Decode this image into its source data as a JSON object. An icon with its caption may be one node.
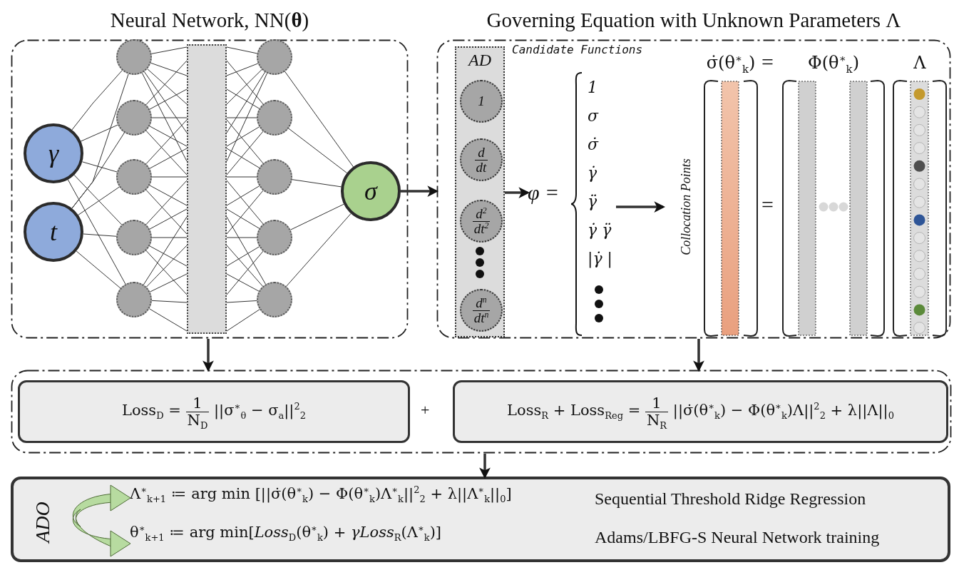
{
  "diagram": {
    "nodes": [
      {
        "text": [
          "Neural Network, NN(**θ**)"
        ]
      },
      {
        "text": [
          "γ"
        ],
        "in": 0
      },
      {
        "text": [
          "t"
        ],
        "in": 0
      },
      {
        "text": [],
        "shape": "circle",
        "in": 0
      },
      {
        "text": [],
        "shape": "circle",
        "in": 0
      },
      {
        "text": [],
        "shape": "circle",
        "in": 0
      },
      {
        "text": [],
        "shape": "circle",
        "in": 0
      },
      {
        "text": [],
        "shape": "circle",
        "in": 0
      },
      {
        "text": [],
        "shape": "bar",
        "in": 0
      },
      {
        "text": [],
        "shape": "circle",
        "in": 0
      },
      {
        "text": [],
        "shape": "circle",
        "in": 0
      },
      {
        "text": [],
        "shape": "circle",
        "in": 0
      },
      {
        "text": [],
        "shape": "circle",
        "in": 0
      },
      {
        "text": [],
        "shape": "circle",
        "in": 0
      },
      {
        "text": [
          "σ"
        ],
        "in": 0
      },
      {
        "text": [
          "Governing Equation with Unknown Parameters Λ"
        ]
      },
      {
        "text": [
          "AD"
        ],
        "in": 15
      },
      {
        "text": [
          "1"
        ],
        "in": 16
      },
      {
        "text": [
          "d",
          "dt"
        ],
        "in": 16
      },
      {
        "text": [
          "d$^{2}$",
          "dt$^{2}$"
        ],
        "in": 16
      },
      {
        "text": [
          "d$^{n}$",
          "dt$^{n}$"
        ],
        "in": 16
      },
      {
        "text": [
          "φ ="
        ],
        "in": 15
      },
      {
        "text": [
          "1",
          "σ",
          "σ̇",
          "γ̇",
          "γ̈",
          "γ̇ γ̈",
          "|γ̇ |"
        ],
        "in": 15
      },
      {
        "text": [
          "σ̇(θ$^{∗}$$_{k}$)"
        ],
        "in": 15
      },
      {
        "text": [
          "Φ(θ$^{∗}$$_{k}$)"
        ],
        "in": 15
      },
      {
        "text": [
          "Λ"
        ],
        "in": 15
      },
      {
        "text": [],
        "shape": "box"
      },
      {
        "text": [
          "Loss$_{D}$ =",
          "1",
          "N$_{D}$",
          "||σ$^{∗}$$_{θ}$ − σ$_{a}$||$^{2}$$_{2}$"
        ],
        "in": 26
      },
      {
        "text": [
          "Loss$_{R}$ + Loss$_{Reg}$ =",
          "1",
          "N$_{R}$",
          "||σ̇(θ$^{∗}$$_{k}$) − Φ(θ$^{∗}$$_{k}$)Λ||$^{2}$$_{2}$ + λ||Λ||$_{0}$"
        ],
        "in": 26
      },
      {
        "text": [
          "ADO",
          "Λ$^{∗}$$_{k+1}$ ≔ arg min [||σ̇(θ$^{∗}$$_{k}$) − Φ(θ$^{∗}$$_{k}$)Λ$^{∗}$$_{k}$||$^{2}$$_{2}$ + λ||Λ$^{∗}$$_{k}$||$_{0}$]",
          "Sequential Threshold Ridge Regression",
          "θ$^{∗}$$_{k+1}$ ≔ arg min[*Loss*$_{D}$(θ$^{∗}$$_{k}$) + *γLoss*$_{R}$(Λ$^{∗}$$_{k}$)]",
          "Adams/LBFG-S Neural Network training"
        ]
      }
    ],
    "edges": [
      {
        "from": 1,
        "to": 3,
        "arrow": "none"
      },
      {
        "from": 1,
        "to": 4,
        "arrow": "none"
      },
      {
        "from": 1,
        "to": 5,
        "arrow": "none"
      },
      {
        "from": 1,
        "to": 6,
        "arrow": "none"
      },
      {
        "from": 1,
        "to": 7,
        "arrow": "none"
      },
      {
        "from": 2,
        "to": 3,
        "arrow": "none"
      },
      {
        "from": 2,
        "to": 4,
        "arrow": "none"
      },
      {
        "from": 2,
        "to": 5,
        "arrow": "none"
      },
      {
        "from": 2,
        "to": 6,
        "arrow": "none"
      },
      {
        "from": 2,
        "to": 7,
        "arrow": "none"
      },
      {
        "from": 3,
        "to": 8,
        "arrow": "none"
      },
      {
        "from": 3,
        "to": 8,
        "arrow": "none"
      },
      {
        "from": 3,
        "to": 8,
        "arrow": "none"
      },
      {
        "from": 3,
        "to": 8,
        "arrow": "none"
      },
      {
        "from": 3,
        "to": 8,
        "arrow": "none"
      },
      {
        "from": 4,
        "to": 8,
        "arrow": "none"
      },
      {
        "from": 4,
        "to": 8,
        "arrow": "none"
      },
      {
        "from": 4,
        "to": 8,
        "arrow": "none"
      },
      {
        "from": 4,
        "to": 8,
        "arrow": "none"
      },
      {
        "from": 4,
        "to": 8,
        "arrow": "none"
      },
      {
        "from": 5,
        "to": 8,
        "arrow": "none"
      },
      {
        "from": 5,
        "to": 8,
        "arrow": "none"
      },
      {
        "from": 5,
        "to": 8,
        "arrow": "none"
      },
      {
        "from": 5,
        "to": 8,
        "arrow": "none"
      },
      {
        "from": 5,
        "to": 8,
        "arrow": "none"
      },
      {
        "from": 6,
        "to": 8,
        "arrow": "none"
      },
      {
        "from": 6,
        "to": 8,
        "arrow": "none"
      },
      {
        "from": 6,
        "to": 8,
        "arrow": "none"
      },
      {
        "from": 6,
        "to": 8,
        "arrow": "none"
      },
      {
        "from": 6,
        "to": 8,
        "arrow": "none"
      },
      {
        "from": 7,
        "to": 8,
        "arrow": "none"
      },
      {
        "from": 7,
        "to": 8,
        "arrow": "none"
      },
      {
        "from": 7,
        "to": 8,
        "arrow": "none"
      },
      {
        "from": 7,
        "to": 8,
        "arrow": "none"
      },
      {
        "from": 7,
        "to": 8,
        "arrow": "none"
      },
      {
        "from": 8,
        "to": 9,
        "arrow": "none"
      },
      {
        "from": 8,
        "to": 9,
        "arrow": "none"
      },
      {
        "from": 8,
        "to": 9,
        "arrow": "none"
      },
      {
        "from": 8,
        "to": 9,
        "arrow": "none"
      },
      {
        "from": 8,
        "to": 9,
        "arrow": "none"
      },
      {
        "from": 8,
        "to": 10,
        "arrow": "none"
      },
      {
        "from": 8,
        "to": 10,
        "arrow": "none"
      },
      {
        "from": 8,
        "to": 10,
        "arrow": "none"
      },
      {
        "from": 8,
        "to": 10,
        "arrow": "none"
      },
      {
        "from": 8,
        "to": 10,
        "arrow": "none"
      },
      {
        "from": 8,
        "to": 11,
        "arrow": "none"
      },
      {
        "from": 8,
        "to": 11,
        "arrow": "none"
      },
      {
        "from": 8,
        "to": 11,
        "arrow": "none"
      },
      {
        "from": 8,
        "to": 11,
        "arrow": "none"
      },
      {
        "from": 8,
        "to": 11,
        "arrow": "none"
      },
      {
        "from": 8,
        "to": 12,
        "arrow": "none"
      },
      {
        "from": 8,
        "to": 12,
        "arrow": "none"
      },
      {
        "from": 8,
        "to": 12,
        "arrow": "none"
      },
      {
        "from": 8,
        "to": 12,
        "arrow": "none"
      },
      {
        "from": 8,
        "to": 12,
        "arrow": "none"
      },
      {
        "from": 8,
        "to": 13,
        "arrow": "none"
      },
      {
        "from": 8,
        "to": 13,
        "arrow": "none"
      },
      {
        "from": 8,
        "to": 13,
        "arrow": "none"
      },
      {
        "from": 8,
        "to": 13,
        "arrow": "none"
      },
      {
        "from": 8,
        "to": 13,
        "arrow": "none"
      },
      {
        "from": 9,
        "to": 14,
        "arrow": "none"
      },
      {
        "from": 10,
        "to": 14,
        "arrow": "none"
      },
      {
        "from": 11,
        "to": 14,
        "arrow": "none"
      },
      {
        "from": 12,
        "to": 14,
        "arrow": "none"
      },
      {
        "from": 13,
        "to": 14,
        "arrow": "none"
      },
      {
        "from": 14,
        "to": 15,
        "arrow": "to",
        "style": "thick"
      },
      {
        "from": 16,
        "to": 21,
        "arrow": "to",
        "style": "thick"
      },
      {
        "from": 22,
        "to": null,
        "arrow": "to",
        "style": "thick"
      },
      {
        "from": 0,
        "to": 26,
        "arrow": "to",
        "style": "thick"
      },
      {
        "from": 15,
        "to": 26,
        "arrow": "to",
        "style": "thick"
      },
      {
        "from": 26,
        "to": 29,
        "arrow": "to",
        "style": "thick"
      }
    ],
    "labels": [
      "Candidate Functions",
      "Collocation Points",
      "=",
      "=",
      "+"
    ]
  }
}
